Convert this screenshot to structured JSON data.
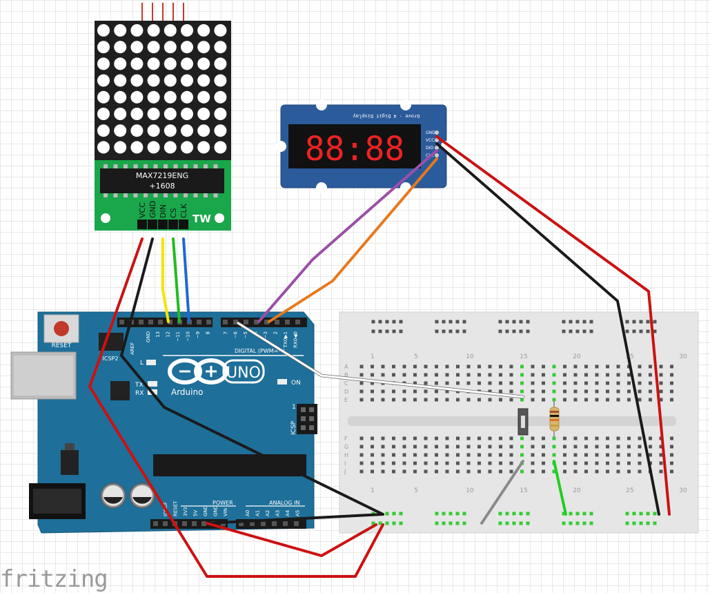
{
  "matrix_module": {
    "chip_name": "MAX7219ENG",
    "chip_code": "+1608",
    "pins": [
      "VCC",
      "GND",
      "DIN",
      "CS",
      "CLK"
    ],
    "brand": "TW"
  },
  "grove_display": {
    "title": "Grove - 4 Digit Display",
    "digits": "88:88",
    "pins": [
      "GND",
      "VCC",
      "DIO",
      "CLK"
    ]
  },
  "arduino": {
    "reset_label": "RESET",
    "icsp2_label": "ICSP2",
    "digital_label": "DIGITAL (PWM=~)",
    "aref_label": "AREF",
    "gnd_label": "GND",
    "top_pins": [
      "13",
      "12",
      "~11",
      "~10",
      "~9",
      "8",
      "7",
      "~6",
      "~5",
      "4",
      "~3",
      "2",
      "TX0▶1",
      "RX0◀0"
    ],
    "led_l": "L",
    "led_tx": "TX",
    "led_rx": "RX",
    "logo_text": "UNO",
    "brand": "Arduino",
    "on_label": "ON",
    "icsp_label": "ICSP",
    "icsp_number": "1",
    "power_label": "POWER",
    "analog_label": "ANALOG IN",
    "bottom_pins": [
      "IOREF",
      "RESET",
      "3V3",
      "5V",
      "GND",
      "GND",
      "VIN",
      "A0",
      "A1",
      "A2",
      "A3",
      "A4",
      "A5"
    ]
  },
  "breadboard": {
    "column_numbers": [
      "1",
      "5",
      "10",
      "15",
      "20",
      "25",
      "30"
    ],
    "row_letters_top": [
      "A",
      "B",
      "C",
      "D",
      "E"
    ],
    "row_letters_bottom": [
      "F",
      "G",
      "H",
      "I",
      "J"
    ]
  },
  "watermark": "fritzing",
  "colors": {
    "wire_red": "#cc1111",
    "wire_black": "#1a1a1a",
    "wire_yellow": "#f2e600",
    "wire_green": "#22bb22",
    "wire_blue": "#2266cc",
    "wire_purple": "#9b4fa8",
    "wire_orange": "#e8781c",
    "wire_white": "#ffffff",
    "wire_gray": "#8a8a8a",
    "arduino_board": "#1e6f99",
    "matrix_pcb": "#16a34a",
    "grove_pcb": "#2c5b9b"
  }
}
